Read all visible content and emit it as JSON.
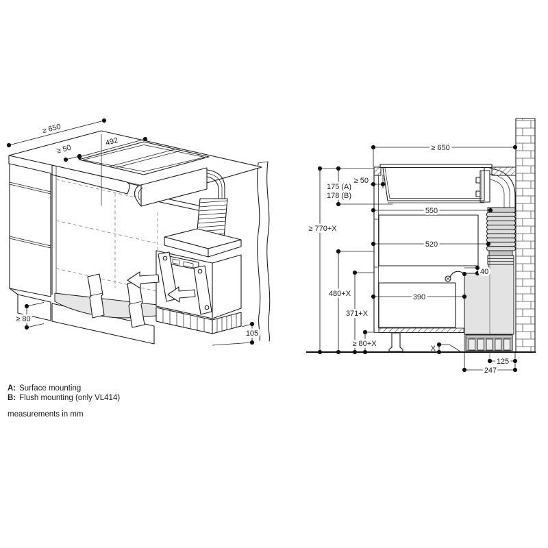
{
  "legend": {
    "a_key": "A:",
    "a_text": "Surface mounting",
    "b_key": "B:",
    "b_text": "Flush mounting (only VL414)",
    "note": "measurements in mm"
  },
  "iso": {
    "dim_depth": "≥ 650",
    "dim_cutout": "492",
    "dim_front": "≥ 50",
    "dim_plinth": "≥ 80",
    "dim_duct_plinth": "105"
  },
  "section": {
    "dim_depth": "≥ 650",
    "dim_front": "≥ 50",
    "dim_hob_a": "175 (A)",
    "dim_hob_b": "178 (B)",
    "dim_total_height": "≥ 770+X",
    "dim_hose_top": "550",
    "dim_hose_mid": "520",
    "dim_channel_top": "480+X",
    "dim_channel_front": "371+X",
    "dim_cord_gap": "40",
    "dim_recess": "390",
    "dim_plinth": "≥ 80+X",
    "dim_floor_gap": "X",
    "dim_axis_wall": "125",
    "dim_channel_depth": "247"
  },
  "colors": {
    "line": "#1c1c1c",
    "duct_shade": "#dcdcdc",
    "floor_mat": "#e6e6e6",
    "grille": "#c6c6c6"
  }
}
